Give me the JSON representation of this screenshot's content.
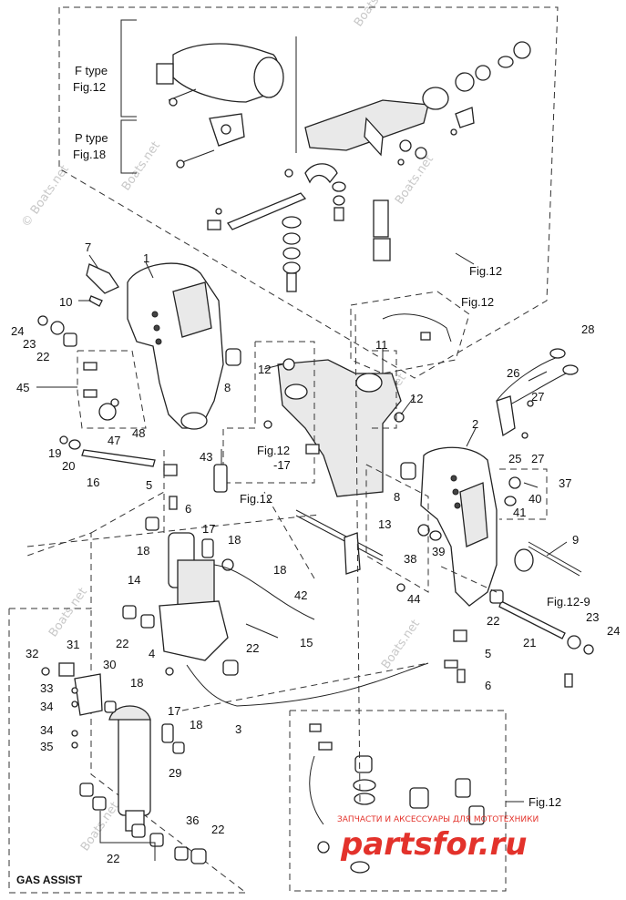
{
  "type_labels": {
    "f_type_line1": "F type",
    "f_type_line2": "Fig.12",
    "p_type_line1": "P type",
    "p_type_line2": "Fig.18"
  },
  "fig_refs": {
    "fig12_top": "Fig.12",
    "fig12_upper_right": "Fig.12",
    "fig12_center_a": "Fig.12",
    "fig12_center_b": "-17",
    "fig12_left_bracket": "Fig.12",
    "fig12_9": "Fig.12-9",
    "fig12_bottom": "Fig.12"
  },
  "section_label": "GAS ASSIST",
  "watermarks": {
    "boats_net": "© Boats.net",
    "boats_net_short": "Boats.net"
  },
  "brand_overlay": {
    "main": "partsfor.ru",
    "subtitle": "ЗАПЧАСТИ И АКСЕССУАРЫ ДЛЯ МОТОТЕХНИКИ"
  },
  "callouts": {
    "c1": "1",
    "c2": "2",
    "c3": "3",
    "c4": "4",
    "c5a": "5",
    "c5b": "5",
    "c6a": "6",
    "c6b": "6",
    "c7": "7",
    "c8a": "8",
    "c8b": "8",
    "c9": "9",
    "c10": "10",
    "c11": "11",
    "c12a": "12",
    "c12b": "12",
    "c13": "13",
    "c14": "14",
    "c15": "15",
    "c16": "16",
    "c17a": "17",
    "c17b": "17",
    "c18a": "18",
    "c18b": "18",
    "c18c": "18",
    "c18d": "18",
    "c18e": "18",
    "c19": "19",
    "c20": "20",
    "c21": "21",
    "c22a": "22",
    "c22b": "22",
    "c22c": "22",
    "c22d": "22",
    "c22e": "22",
    "c22f": "22",
    "c23a": "23",
    "c23b": "23",
    "c24a": "24",
    "c24b": "24",
    "c25": "25",
    "c26": "26",
    "c27a": "27",
    "c27b": "27",
    "c28": "28",
    "c29": "29",
    "c30": "30",
    "c31": "31",
    "c32": "32",
    "c33": "33",
    "c34a": "34",
    "c34b": "34",
    "c35": "35",
    "c36": "36",
    "c37": "37",
    "c38": "38",
    "c39": "39",
    "c40": "40",
    "c41": "41",
    "c42": "42",
    "c43": "43",
    "c44": "44",
    "c45": "45",
    "c47": "47",
    "c48": "48"
  }
}
